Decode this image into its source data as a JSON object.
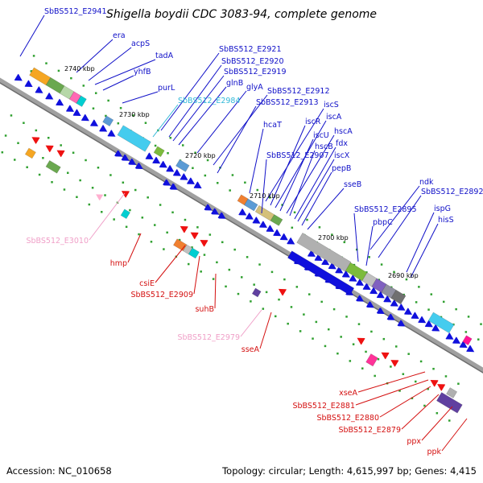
{
  "title": "Shigella boydii CDC 3083-94, complete genome",
  "footer": {
    "accession": "Accession: NC_010658",
    "topology": "Topology: circular; Length: 4,615,997 bp; Genes: 4,415"
  },
  "colors": {
    "blue_label": "#1010c8",
    "red_label": "#d41010",
    "pink_label": "#f0a0c8",
    "cyan_label": "#30b8d8",
    "backbone": "#a0a0a0"
  },
  "ticks": [
    "2740 kbp",
    "2730 kbp",
    "2720 kbp",
    "2710 kbp",
    "2700 kbp",
    "2690 kbp"
  ],
  "labels_top": [
    "SbBS512_E2941",
    "era",
    "acpS",
    "tadA",
    "yhfB",
    "purL",
    "SbBS512_E2984",
    "SbBS512_E2921",
    "SbBS512_E2920",
    "SbBS512_E2919",
    "glnB",
    "glyA",
    "SbBS512_E2912",
    "SbBS512_E2913",
    "hcaT",
    "iscS",
    "iscR",
    "iscA",
    "iscU",
    "hscA",
    "hscB",
    "fdx",
    "iscX",
    "SbBS512_E2907",
    "pepB",
    "sseB",
    "ndk",
    "SbBS512_E2892",
    "SbBS512_E2895",
    "pbpC",
    "ispG",
    "hisS"
  ],
  "labels_bottom": [
    "SbBS512_E3010",
    "hmp",
    "csiE",
    "SbBS512_E2909",
    "suhB",
    "SbBS512_E2979",
    "sseA",
    "xseA",
    "SbBS512_E2881",
    "SbBS512_E2880",
    "SbBS512_E2879",
    "ppx",
    "ppk"
  ]
}
